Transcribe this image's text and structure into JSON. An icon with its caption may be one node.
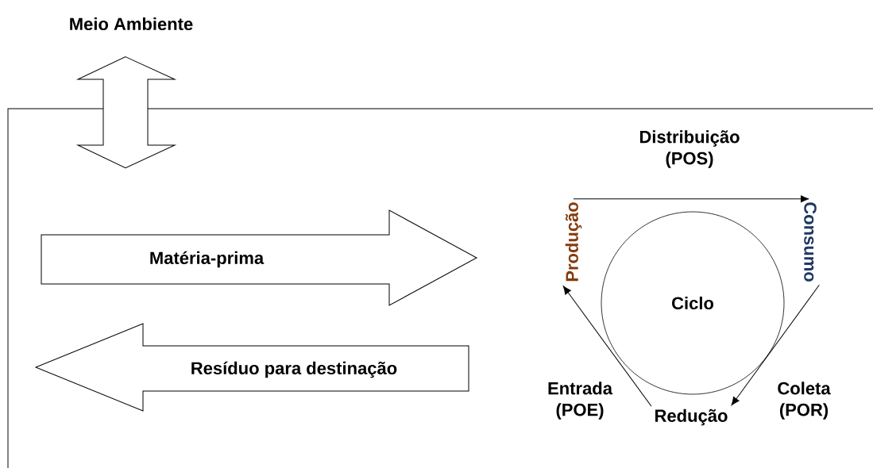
{
  "diagram": {
    "nodes": [
      {
        "text": [
          "Meio Ambiente"
        ]
      },
      {
        "text": [],
        "shape": "box"
      },
      {
        "text": [
          "Matéria-prima"
        ],
        "in": 1
      },
      {
        "text": [
          "Resíduo para destinação"
        ],
        "in": 1
      },
      {
        "text": [
          "Produção"
        ],
        "in": 1
      },
      {
        "text": [
          "Ciclo"
        ],
        "in": 1
      },
      {
        "text": [
          "Consumo"
        ],
        "in": 1
      },
      {
        "text": [
          "Redução"
        ],
        "in": 1
      }
    ],
    "edges": [
      {
        "from": 0,
        "to": 1,
        "arrow": "both"
      },
      {
        "from": 4,
        "to": 6,
        "arrow": "to",
        "label": "Distribuição (POS)"
      },
      {
        "from": 6,
        "to": 7,
        "arrow": "to",
        "label": "Coleta (POR)"
      },
      {
        "from": 7,
        "to": 4,
        "arrow": "to",
        "label": "Entrada (POE)"
      }
    ]
  }
}
